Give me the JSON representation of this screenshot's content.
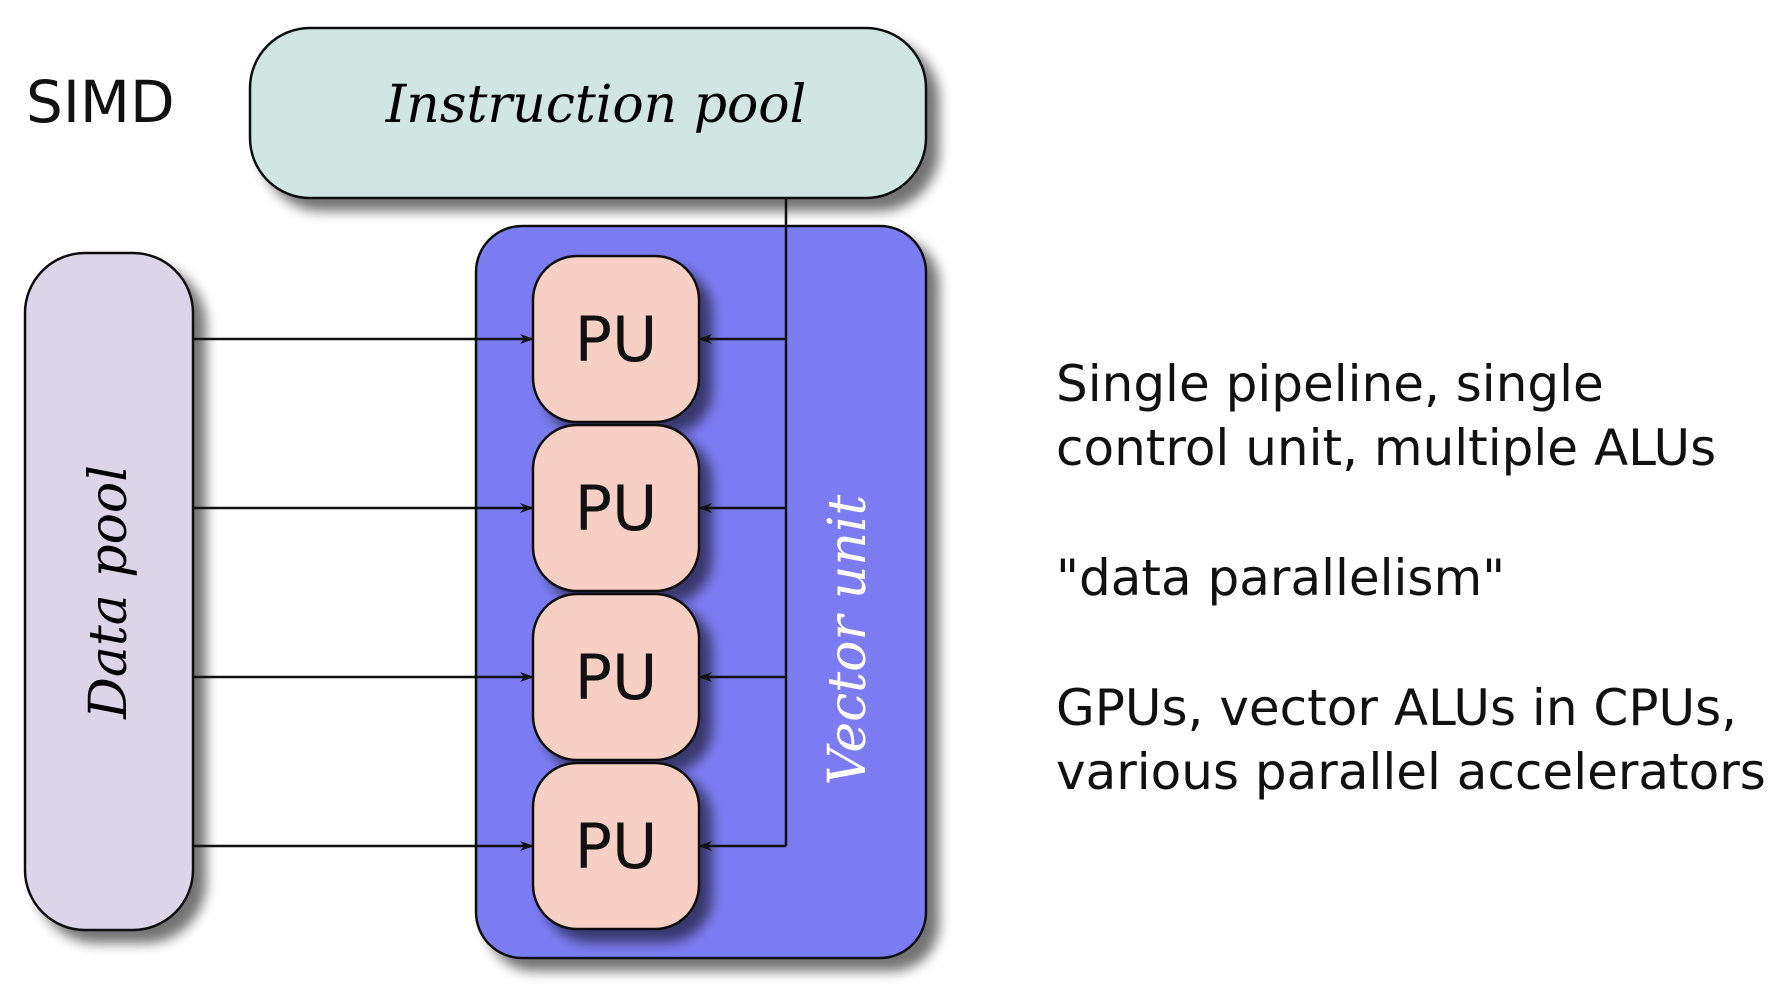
{
  "title": "SIMD",
  "instruction_pool": {
    "label": "Instruction pool"
  },
  "data_pool": {
    "label": "Data pool"
  },
  "vector_unit": {
    "label": "Vector unit"
  },
  "processing_units": [
    {
      "label": "PU"
    },
    {
      "label": "PU"
    },
    {
      "label": "PU"
    },
    {
      "label": "PU"
    }
  ],
  "notes": [
    {
      "lines": [
        "Single pipeline, single",
        "control unit, multiple ALUs"
      ]
    },
    {
      "lines": [
        "\"data parallelism\""
      ]
    },
    {
      "lines": [
        "GPUs, vector ALUs in CPUs,",
        "various parallel accelerators"
      ]
    }
  ],
  "colors": {
    "instruction_pool_fill": "#cfe6e2",
    "data_pool_fill": "#dcd5ea",
    "vector_unit_fill": "#7b7bf2",
    "pu_fill": "#f7cfc4",
    "stroke": "#111111",
    "vector_label": "#ffffff"
  }
}
